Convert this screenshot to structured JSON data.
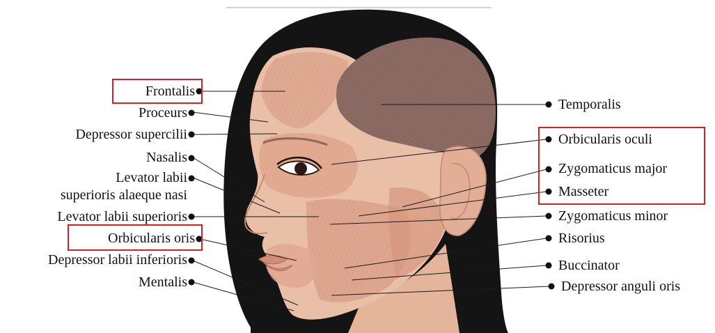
{
  "labels_left": [
    {
      "key": "frontalis",
      "text": "Frontalis",
      "highlighted": true
    },
    {
      "key": "proceurs",
      "text": "Proceurs",
      "highlighted": false
    },
    {
      "key": "depressor_supercilii",
      "text": "Depressor supercilii",
      "highlighted": false
    },
    {
      "key": "nasalis",
      "text": "Nasalis",
      "highlighted": false
    },
    {
      "key": "levator_alaeque_1",
      "text": "Levator labii",
      "highlighted": false
    },
    {
      "key": "levator_alaeque_2",
      "text": "superioris alaeque nasi",
      "highlighted": false
    },
    {
      "key": "levator_sup",
      "text": "Levator labii superioris",
      "highlighted": false
    },
    {
      "key": "orbicularis_oris",
      "text": "Orbicularis oris",
      "highlighted": true
    },
    {
      "key": "depressor_labii",
      "text": "Depressor labii inferioris",
      "highlighted": false
    },
    {
      "key": "mentalis",
      "text": "Mentalis",
      "highlighted": false
    }
  ],
  "labels_right": [
    {
      "key": "temporalis",
      "text": "Temporalis",
      "highlighted": false
    },
    {
      "key": "orbicularis_oculi",
      "text": "Orbicularis oculi",
      "highlighted": true
    },
    {
      "key": "zygomaticus_major",
      "text": "Zygomaticus major",
      "highlighted": true
    },
    {
      "key": "masseter",
      "text": "Masseter",
      "highlighted": true
    },
    {
      "key": "zygomaticus_minor",
      "text": "Zygomaticus minor",
      "highlighted": false
    },
    {
      "key": "risorius",
      "text": "Risorius",
      "highlighted": false
    },
    {
      "key": "buccinator",
      "text": "Buccinator",
      "highlighted": false
    },
    {
      "key": "depressor_anguli",
      "text": "Depressor anguli oris",
      "highlighted": false
    }
  ],
  "colors": {
    "highlight_box": "#d42020",
    "hair": "#141414",
    "skin": "#e8b9a0",
    "muscle": "#dca48c",
    "temporalis": "#8a6a62",
    "leader_line": "#1a1a1a"
  }
}
